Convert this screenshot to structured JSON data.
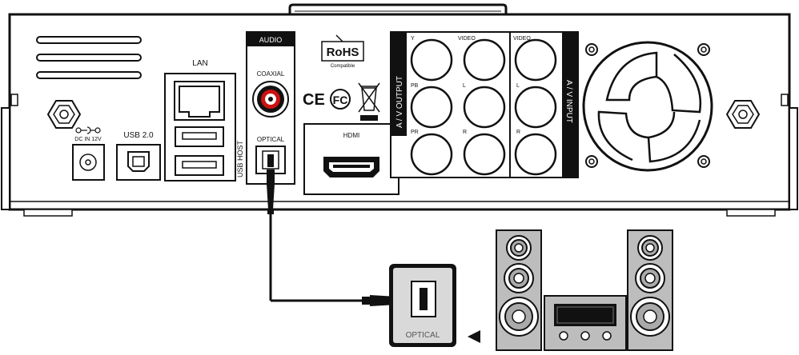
{
  "labels": {
    "audio": "AUDIO",
    "coaxial": "COAXIAL",
    "optical": "OPTICAL",
    "lan": "LAN",
    "usb20": "USB 2.0",
    "usb_host": "USB HOST",
    "dc_in": "DC IN 12V",
    "hdmi": "HDMI",
    "rohs": "RoHS",
    "rohs_sub": "Compatible",
    "ce": "CE",
    "fc": "FC",
    "av_output": "A / V OUTPUT",
    "av_input": "A / V INPUT",
    "y": "Y",
    "pb": "PB",
    "pr": "PR",
    "video_out": "VIDEO",
    "video_in": "VIDEO",
    "l_out": "L",
    "r_out": "R",
    "l_in": "L",
    "r_in": "R",
    "optical_receiver": "OPTICAL"
  },
  "icons": [
    "hex-screw-icon",
    "dc-polarity-icon",
    "weee-bin-icon",
    "fan-icon",
    "speaker-icon",
    "arrow-left-icon"
  ],
  "colors": {
    "line": "#111111",
    "coax_ring": "#cc1111",
    "panel_grey": "#d9d9d9",
    "cable": "#111111"
  }
}
